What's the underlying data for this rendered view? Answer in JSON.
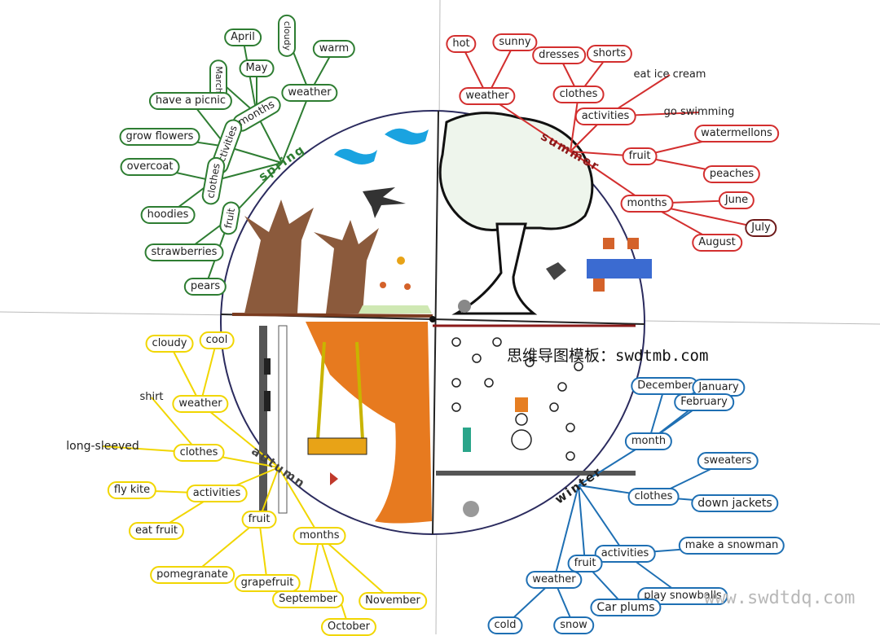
{
  "watermarks": {
    "top": "思维导图模板：swdtmb.com",
    "bottom": "www.swdtdq.com"
  },
  "spring": {
    "hub": "spring",
    "color": "#2e7d32",
    "weather": "weather",
    "warm": "warm",
    "cloudy": "cloudy",
    "months": "months",
    "april": "April",
    "may": "May",
    "march": "March",
    "activities": "activities",
    "picnic": "have a picnic",
    "grow": "grow flowers",
    "clothes": "clothes",
    "overcoat": "overcoat",
    "hoodies": "hoodies",
    "fruit": "fruit",
    "strawberries": "strawberries",
    "pears": "pears"
  },
  "summer": {
    "hub": "summer",
    "color": "#d32f2f",
    "weather": "weather",
    "hot": "hot",
    "sunny": "sunny",
    "clothes": "clothes",
    "dresses": "dresses",
    "shorts": "shorts",
    "activities": "activities",
    "icecream": "eat ice cream",
    "swim": "go swimming",
    "fruit": "fruit",
    "watermelons": "watermellons",
    "peaches": "peaches",
    "months": "months",
    "june": "June",
    "july": "July",
    "august": "August"
  },
  "autumn": {
    "hub": "autumn",
    "color": "#f1d600",
    "weather": "weather",
    "cloudy": "cloudy",
    "cool": "cool",
    "clothes": "clothes",
    "shirt": "shirt",
    "longsleeved": "long-sleeved",
    "activities": "activities",
    "flykite": "fly kite",
    "eatfruit": "eat fruit",
    "fruit": "fruit",
    "pomegranate": "pomegranate",
    "grapefruit": "grapefruit",
    "months": "months",
    "september": "September",
    "october": "October",
    "november": "November"
  },
  "winter": {
    "hub": "winter",
    "color": "#1e6fb3",
    "month": "month",
    "december": "December",
    "january": "January",
    "february": "February",
    "clothes": "clothes",
    "sweaters": "sweaters",
    "downjackets": "down jackets",
    "activities": "activities",
    "snowman": "make a snowman",
    "snowballs": "play snowballs",
    "fruit": "fruit",
    "carplums": "Car plums",
    "weather": "weather",
    "cold": "cold",
    "snow": "snow"
  }
}
